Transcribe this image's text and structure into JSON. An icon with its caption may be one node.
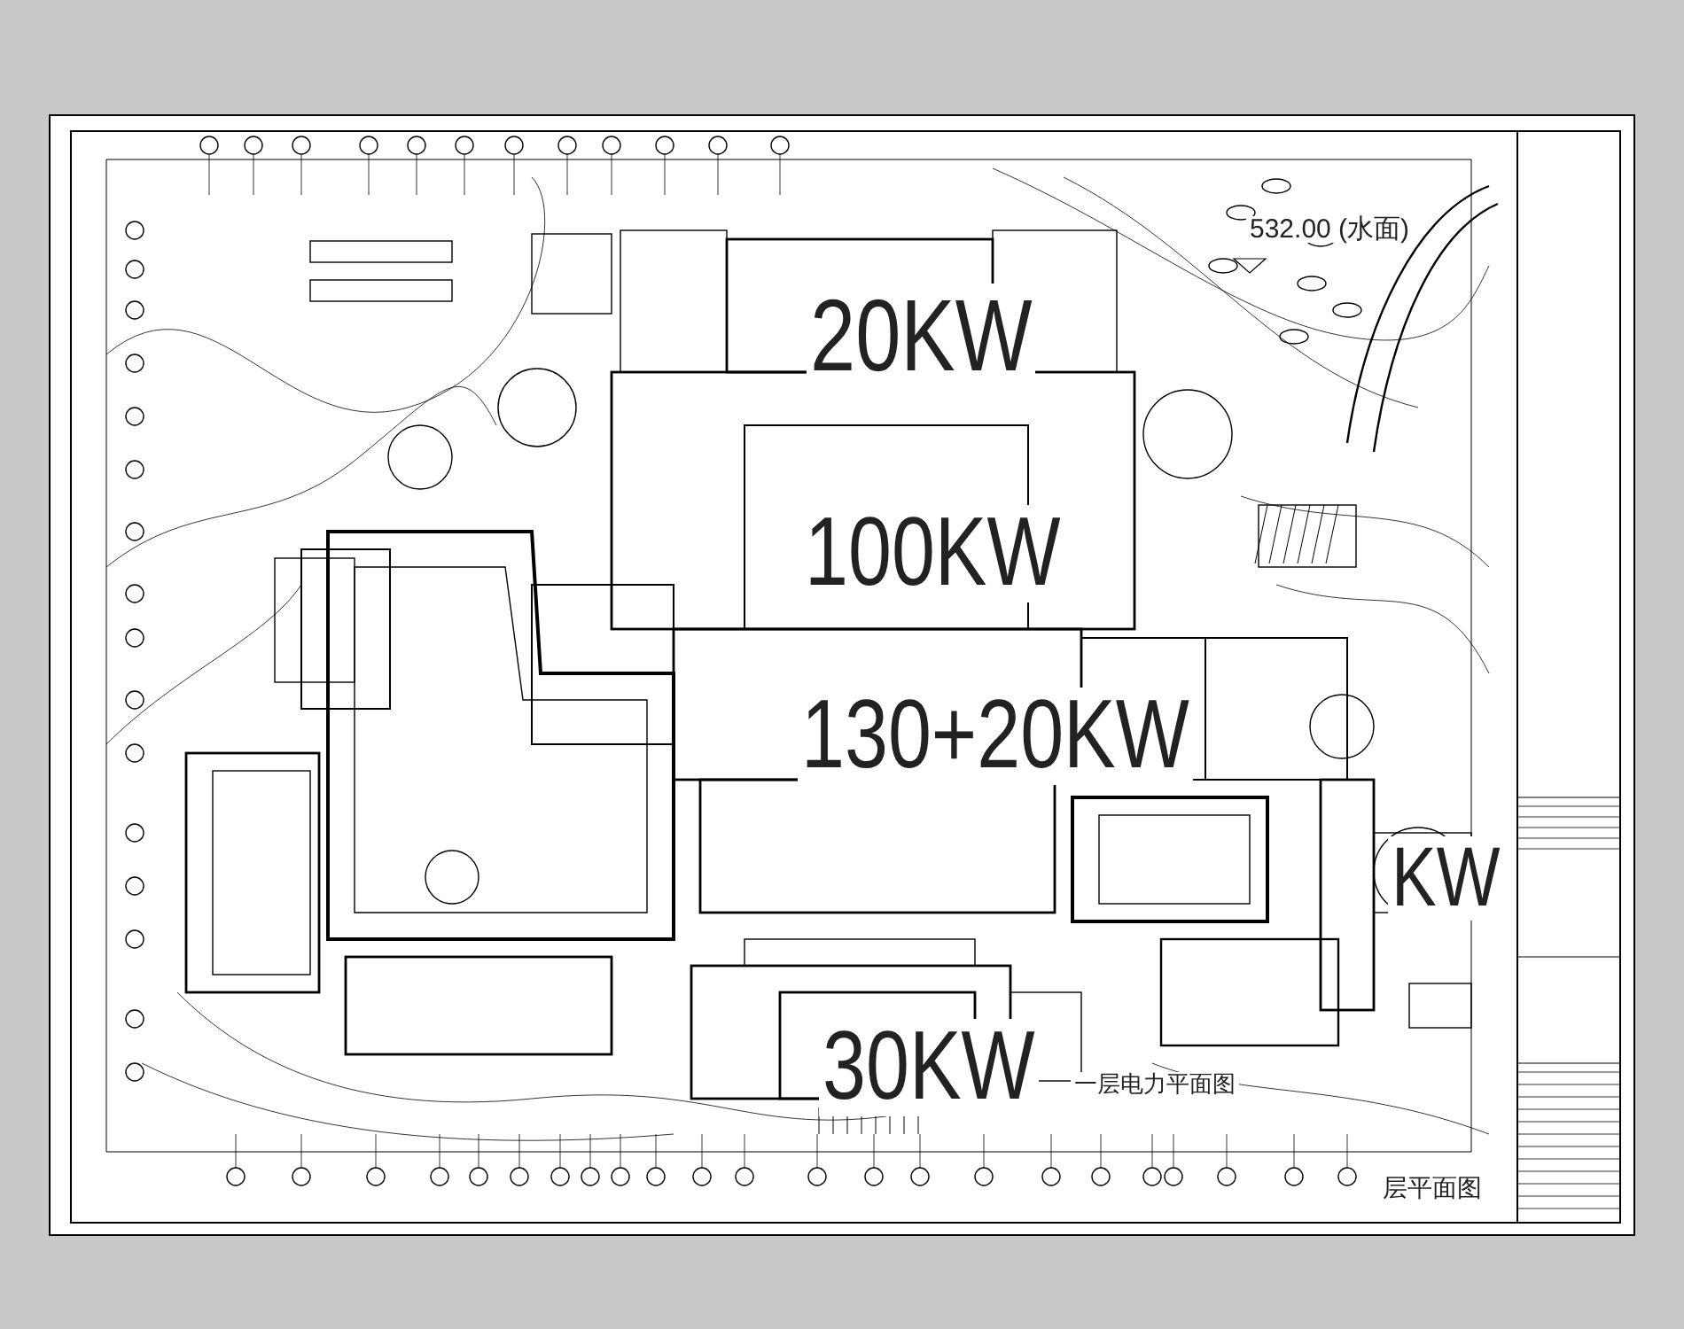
{
  "diagram": {
    "labels": [
      "20KW",
      "100KW",
      "130+20KW",
      "KW",
      "30KW",
      "532.00 (水面)",
      "一层电力平面图",
      "层平面图"
    ]
  }
}
